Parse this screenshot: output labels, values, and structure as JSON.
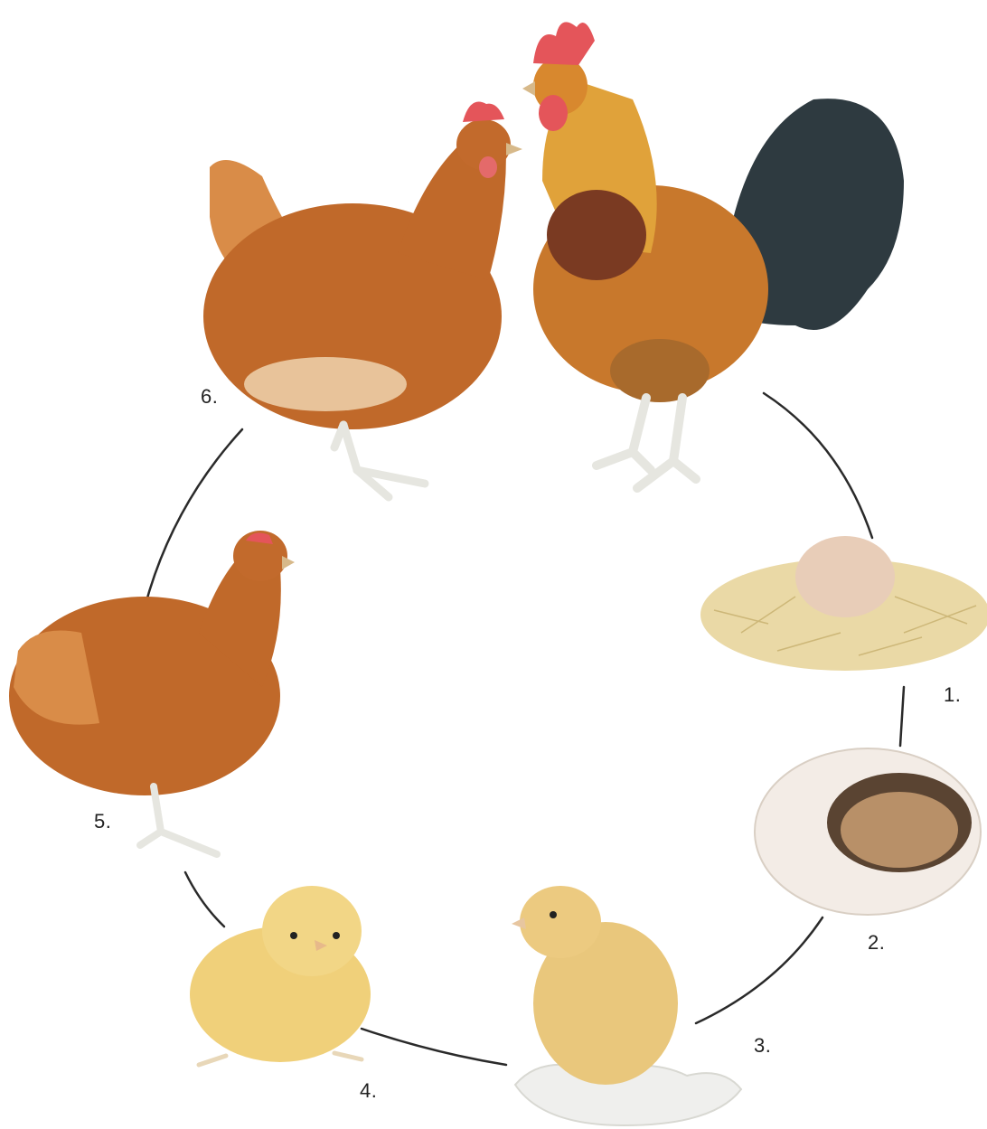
{
  "stages": [
    {
      "label": "1.",
      "subject": "egg-in-nest"
    },
    {
      "label": "2.",
      "subject": "embryo-in-egg"
    },
    {
      "label": "3.",
      "subject": "hatching-chick"
    },
    {
      "label": "4.",
      "subject": "chick"
    },
    {
      "label": "5.",
      "subject": "young-hen"
    },
    {
      "label": "6.",
      "subject": "adult-hen-and-rooster"
    }
  ],
  "colors": {
    "background": "#ffffff",
    "cycle_line": "#2a2a2a",
    "hen_body": "#c0692a",
    "hen_light": "#d98c48",
    "rooster_neck": "#e0a23a",
    "rooster_tail": "#2e3a40",
    "comb": "#e4555a",
    "chick": "#f0d07a",
    "egg": "#e8cdb8",
    "straw": "#ead9a6",
    "legs": "#e6e6e0"
  }
}
